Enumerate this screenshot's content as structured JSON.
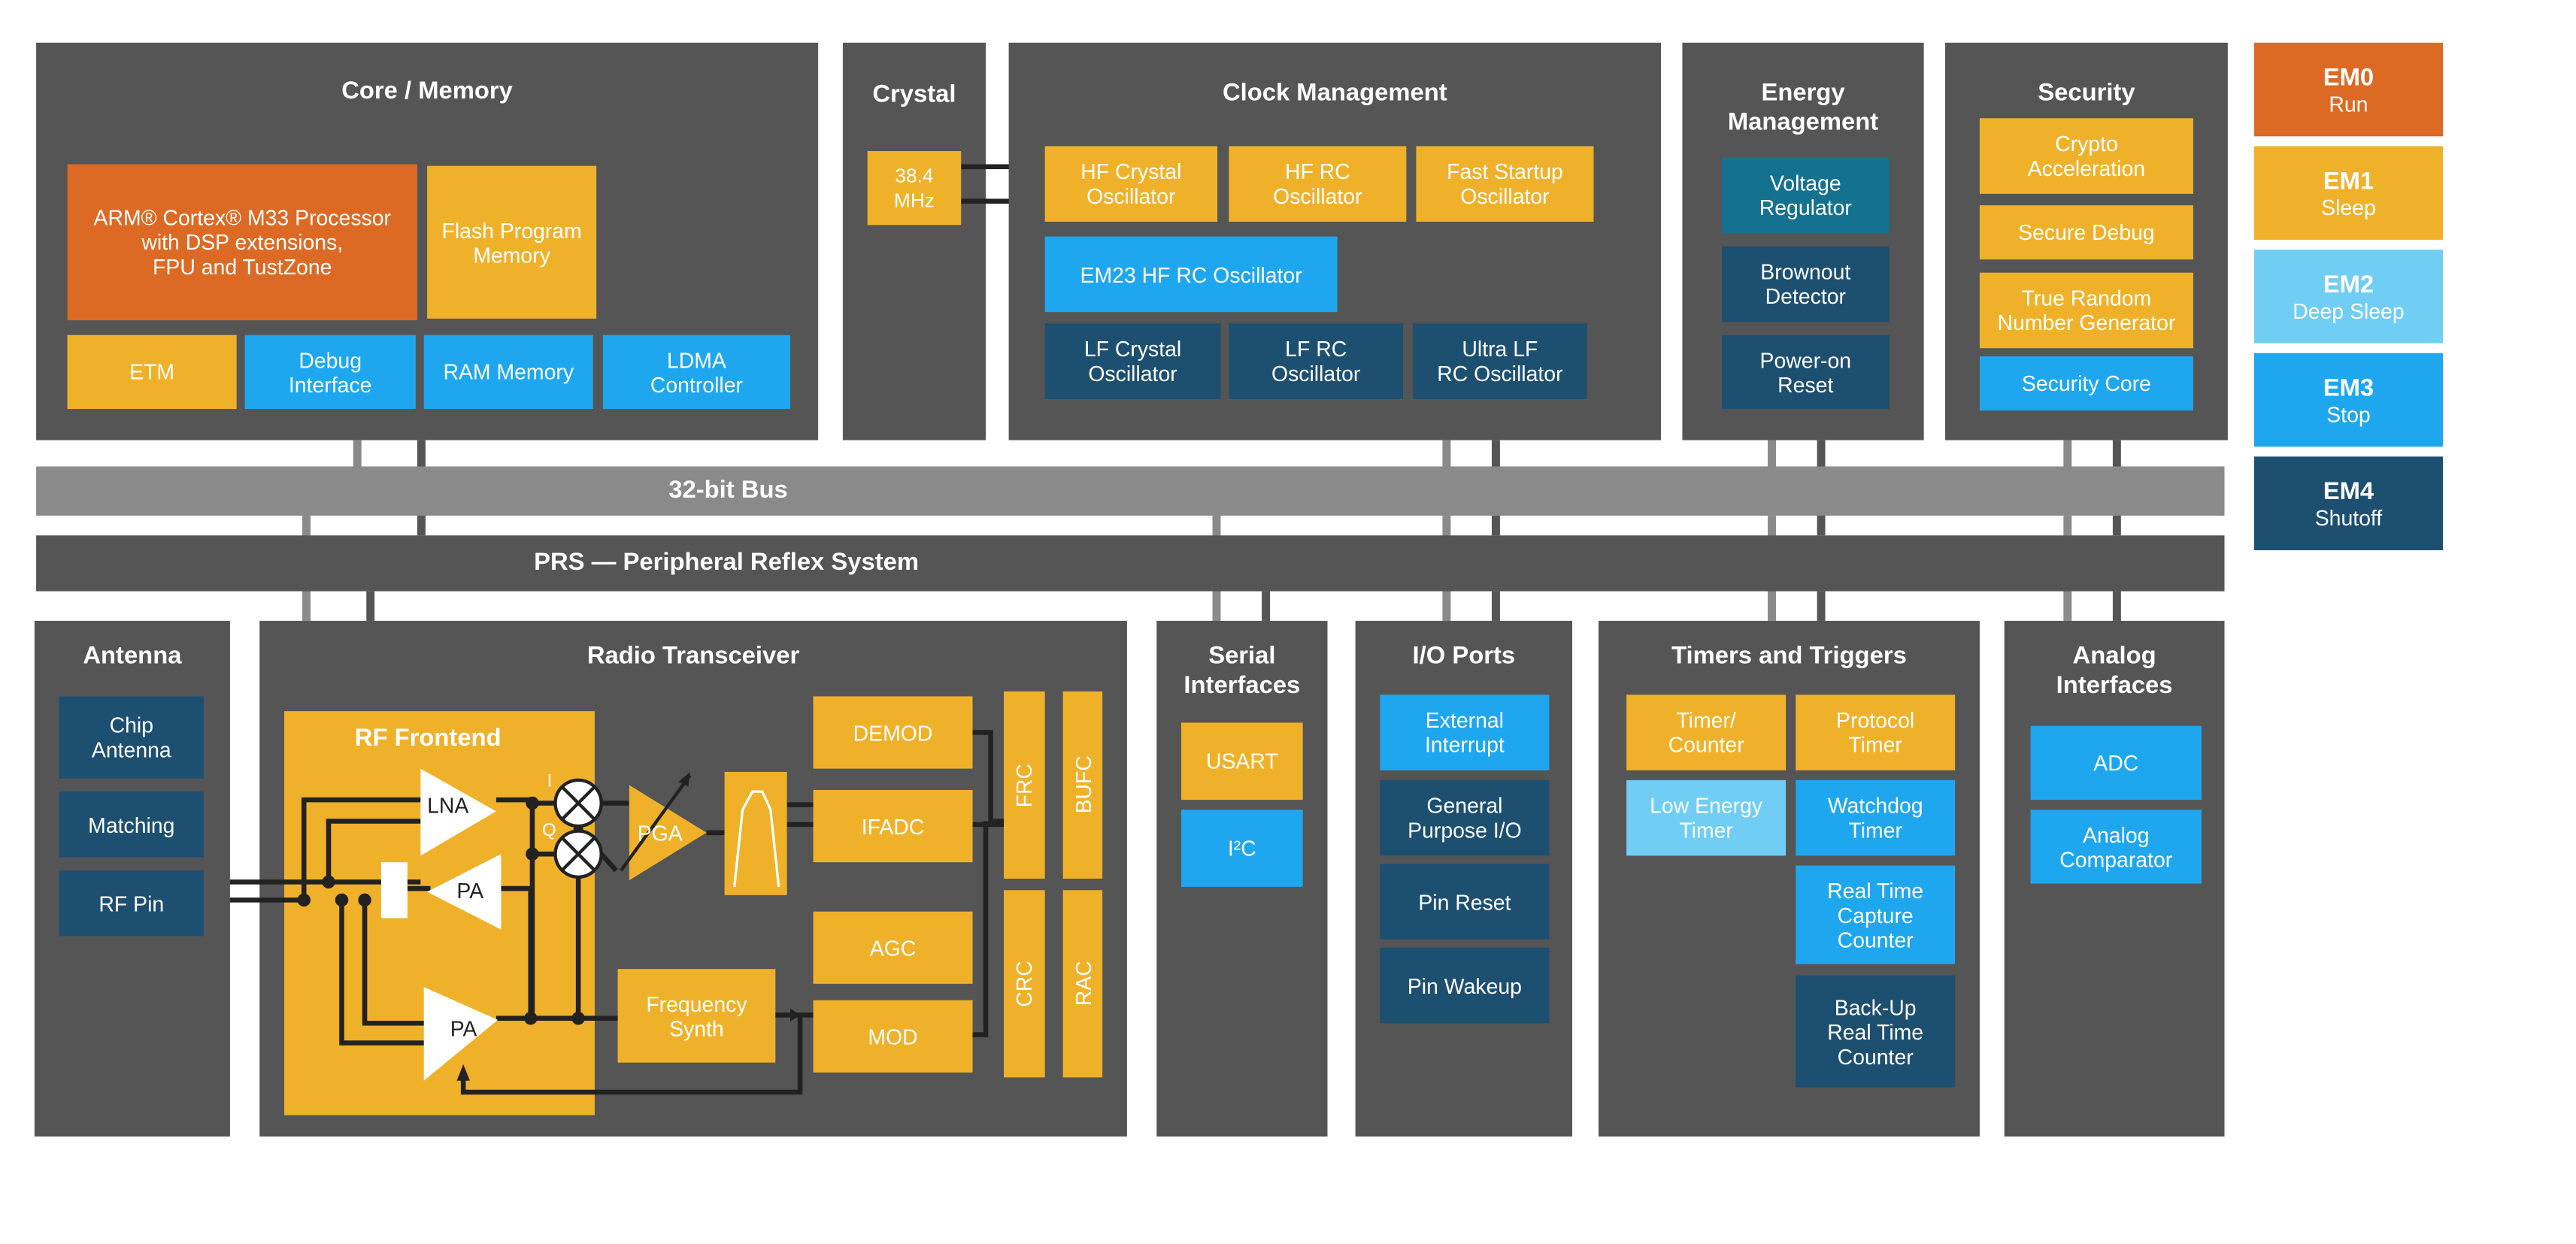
{
  "bus": {
    "label": "32-bit Bus"
  },
  "prs": {
    "label": "PRS — Peripheral Reflex System"
  },
  "core_memory": {
    "title": "Core / Memory",
    "processor": "ARM® Cortex® M33 Processor\nwith DSP extensions,\nFPU and TustZone",
    "flash": "Flash Program\nMemory",
    "etm": "ETM",
    "debug": "Debug\nInterface",
    "ram": "RAM Memory",
    "ldma": "LDMA\nController"
  },
  "crystal": {
    "title": "Crystal",
    "freq": "38.4\nMHz"
  },
  "clock": {
    "title": "Clock Management",
    "hf_crystal": "HF Crystal\nOscillator",
    "hf_rc": "HF RC\nOscillator",
    "fast_startup": "Fast Startup\nOscillator",
    "em23": "EM23 HF RC Oscillator",
    "lf_crystal": "LF Crystal\nOscillator",
    "lf_rc": "LF RC\nOscillator",
    "ulf_rc": "Ultra LF\nRC Oscillator"
  },
  "energy": {
    "title": "Energy\nManagement",
    "voltage": "Voltage\nRegulator",
    "brownout": "Brownout\nDetector",
    "por": "Power-on\nReset"
  },
  "security": {
    "title": "Security",
    "crypto": "Crypto\nAcceleration",
    "secure_debug": "Secure Debug",
    "trng": "True Random\nNumber Generator",
    "core": "Security Core"
  },
  "legend": [
    {
      "mode": "EM0",
      "name": "Run",
      "color": "#dc6a25"
    },
    {
      "mode": "EM1",
      "name": "Sleep",
      "color": "#f0b12a"
    },
    {
      "mode": "EM2",
      "name": "Deep Sleep",
      "color": "#70cdf4"
    },
    {
      "mode": "EM3",
      "name": "Stop",
      "color": "#1ea7ee"
    },
    {
      "mode": "EM4",
      "name": "Shutoff",
      "color": "#1d4f71"
    }
  ],
  "antenna": {
    "title": "Antenna",
    "chip": "Chip\nAntenna",
    "matching": "Matching",
    "rf_pin": "RF Pin"
  },
  "radio": {
    "title": "Radio Transceiver",
    "rf_frontend": "RF Frontend",
    "lna": "LNA",
    "pa": "PA",
    "i": "I",
    "q": "Q",
    "pga": "PGA",
    "demod": "DEMOD",
    "ifadc": "IFADC",
    "agc": "AGC",
    "mod": "MOD",
    "freq_synth": "Frequency\nSynth",
    "frc": "FRC",
    "bufc": "BUFC",
    "crc": "CRC",
    "rac": "RAC"
  },
  "serial": {
    "title": "Serial\nInterfaces",
    "usart": "USART",
    "i2c": "I²C"
  },
  "io": {
    "title": "I/O Ports",
    "ext_int": "External\nInterrupt",
    "gpio": "General\nPurpose I/O",
    "pin_reset": "Pin Reset",
    "pin_wakeup": "Pin Wakeup"
  },
  "timers": {
    "title": "Timers and Triggers",
    "timer_counter": "Timer/\nCounter",
    "protocol": "Protocol\nTimer",
    "le_timer": "Low Energy\nTimer",
    "watchdog": "Watchdog\nTimer",
    "rtcc": "Real Time\nCapture\nCounter",
    "backup_rtc": "Back-Up\nReal Time\nCounter"
  },
  "analog": {
    "title": "Analog\nInterfaces",
    "adc": "ADC",
    "comparator": "Analog\nComparator"
  }
}
